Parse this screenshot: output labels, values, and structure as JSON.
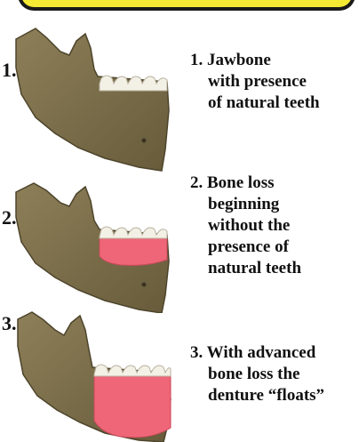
{
  "colors": {
    "banner_fill": "#f4ea34",
    "banner_border": "#1a1a1a",
    "bone": "#8a7c54",
    "bone_dark": "#5f5434",
    "tooth": "#f3f0e6",
    "denture_gum": "#ee6677"
  },
  "stages": [
    {
      "number": "1.",
      "caption_lines": [
        "1. Jawbone",
        "with presence",
        "of natural teeth"
      ]
    },
    {
      "number": "2.",
      "caption_lines": [
        "2. Bone loss",
        "beginning",
        "without the",
        "presence of",
        "natural teeth"
      ]
    },
    {
      "number": "3.",
      "caption_lines": [
        "3. With advanced",
        "bone loss the",
        "denture “floats”"
      ]
    }
  ]
}
